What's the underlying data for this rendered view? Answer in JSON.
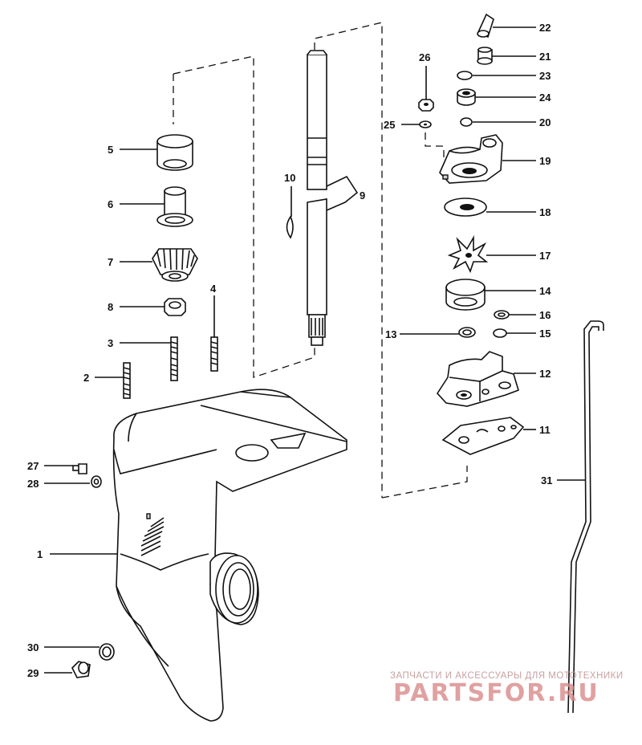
{
  "callouts": {
    "c1": "1",
    "c2": "2",
    "c3": "3",
    "c4": "4",
    "c5": "5",
    "c6": "6",
    "c7": "7",
    "c8": "8",
    "c9": "9",
    "c10": "10",
    "c11": "11",
    "c12": "12",
    "c13": "13",
    "c14": "14",
    "c15": "15",
    "c16": "16",
    "c17": "17",
    "c18": "18",
    "c19": "19",
    "c20": "20",
    "c21": "21",
    "c22": "22",
    "c23": "23",
    "c24": "24",
    "c25": "25",
    "c26": "26",
    "c27": "27",
    "c28": "28",
    "c29": "29",
    "c30": "30",
    "c31": "31"
  },
  "watermark": {
    "tagline": "ЗАПЧАСТИ И АКСЕССУАРЫ ДЛЯ МОТОТЕХНИКИ",
    "brand": "PARTSFOR.RU",
    "color": "#d98a8a"
  }
}
